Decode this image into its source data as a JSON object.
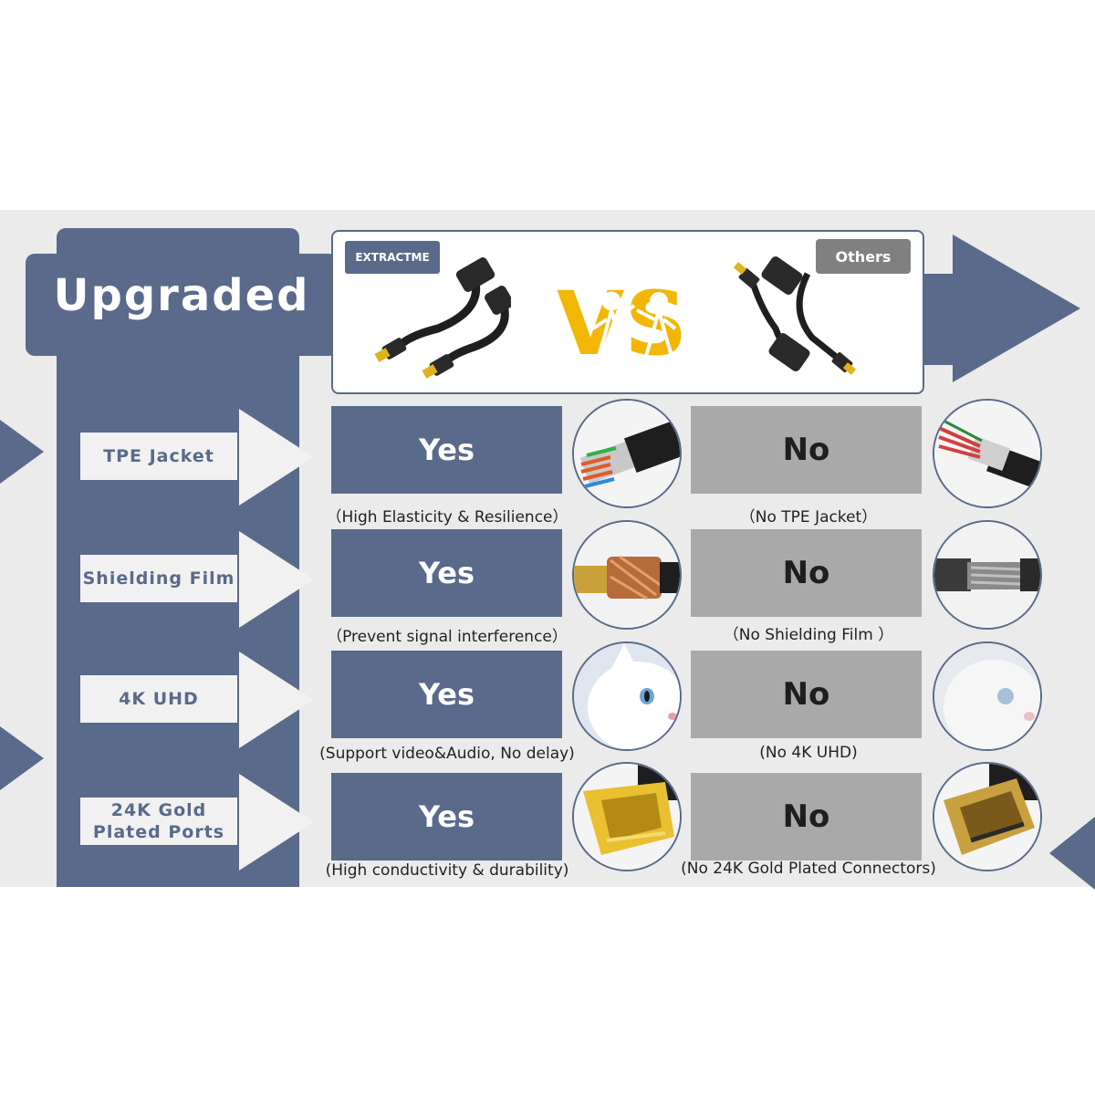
{
  "header": {
    "title": "Upgraded",
    "brand": "EXTRACTME",
    "vs_text": "VS",
    "others": "Others"
  },
  "features": [
    {
      "label": "TPE Jacket",
      "yes": "Yes",
      "yes_caption": "（High Elasticity & Resilience）",
      "no": "No",
      "no_caption": "（No TPE Jacket）"
    },
    {
      "label": "Shielding Film",
      "yes": "Yes",
      "yes_caption": "（Prevent signal interference）",
      "no": "No",
      "no_caption": "（No Shielding Film ）"
    },
    {
      "label": "4K UHD",
      "yes": "Yes",
      "yes_caption": "(Support video&Audio, No delay)",
      "no": "No",
      "no_caption": "(No 4K UHD)"
    },
    {
      "label": "24K Gold Plated Ports",
      "yes": "Yes",
      "yes_caption": "(High conductivity & durability)",
      "no": "No",
      "no_caption": "(No 24K Gold Plated Connectors)"
    }
  ],
  "colors": {
    "accent": "#596a8a",
    "gray": "#a9a9a9",
    "gold": "#f2b705",
    "band": "#ebebeb"
  },
  "icons": [
    "cable-cutaway-icon",
    "shielding-braid-icon",
    "white-cat-photo-icon",
    "gold-hdmi-plug-icon",
    "vs-fighters-icon"
  ]
}
